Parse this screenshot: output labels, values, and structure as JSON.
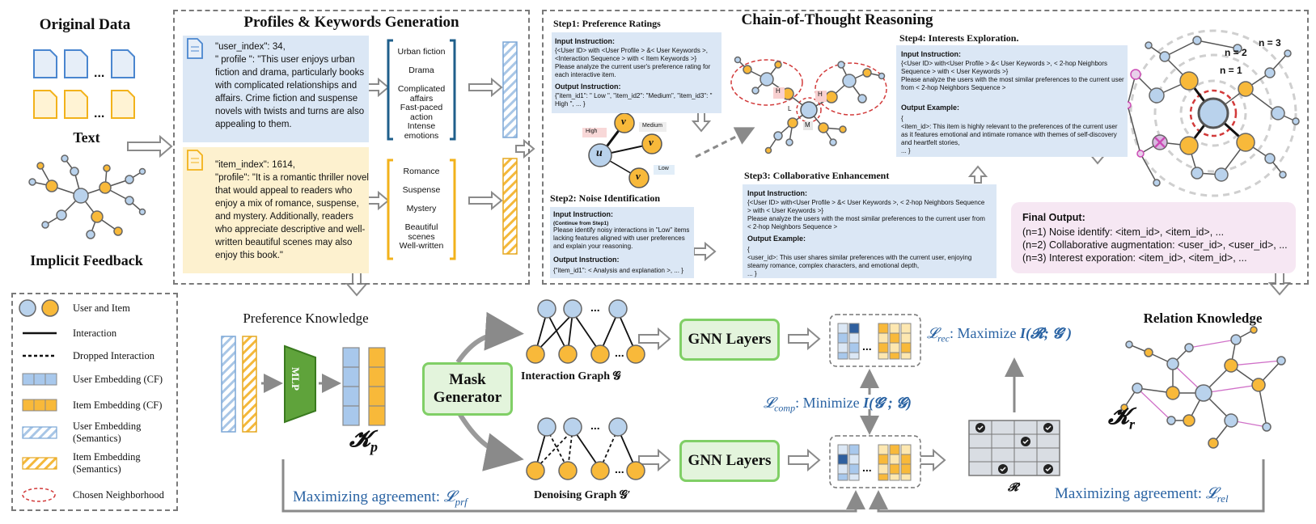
{
  "original": {
    "title": "Original Data",
    "text_label": "Text",
    "feedback_label": "Implicit Feedback",
    "ellipsis": "..."
  },
  "profiles": {
    "title": "Profiles & Keywords Generation",
    "user_text": "\"user_index\": 34,\n\" profile \": \"This user enjoys urban fiction and drama, particularly books with complicated relationships and affairs. Crime fiction and suspense novels with twists and turns are also appealing to them.",
    "item_text": "\"item_index\": 1614,\n\"profile\": \"It is a romantic thriller novel that would appeal to readers who enjoy a mix of romance, suspense, and mystery. Additionally, readers who appreciate descriptive and well-written beautiful scenes may also enjoy this book.\"",
    "user_keywords": [
      "Urban fiction",
      "Drama",
      "Complicated affairs",
      "Fast-paced action",
      "Intense emotions"
    ],
    "item_keywords": [
      "Romance",
      "Suspense",
      "Mystery",
      "Beautiful scenes",
      "Well-written"
    ]
  },
  "cot": {
    "title": "Chain-of-Thought Reasoning",
    "step1": {
      "title": "Step1: Preference Ratings",
      "input_label": "Input Instruction:",
      "input_text": "{<User ID> with <User Profile > &< User Keywords >, <Interaction Sequence > with < Item Keywords >}\nPlease analyze the current user's preference rating for each interactive item.",
      "output_label": "Output Instruction:",
      "output_text": "{\"item_id1\": \" Low \", \"item_id2\": \"Medium\", \"item_id3\": \" High \", ... }",
      "graph_labels": {
        "u": "u",
        "v": "v",
        "high": "High",
        "medium": "Medium",
        "low": "Low"
      }
    },
    "step2": {
      "title": "Step2: Noise Identification",
      "input_label": "Input Instruction:",
      "continue_note": "(Continue from Step1)",
      "input_text": "Please identify noisy interactions in \"Low\" items lacking features aligned with user preferences and explain your reasoning.",
      "output_label": "Output Instruction:",
      "output_text": "{\"item_id1\": < Analysis and explanation >, ... }"
    },
    "step3": {
      "title": "Step3: Collaborative Enhancement",
      "input_label": "Input Instruction:",
      "input_text": "{<User ID> with<User Profile > &< User Keywords >, < 2-hop Neighbors Sequence > with < User Keywords >}\nPlease analyze the users with the most similar preferences to the current user from < 2-hop Neighbors Sequence >",
      "output_label": "Output Example:",
      "output_text": "{\n<user_id>: This user shares similar preferences with the current user, enjoying steamy romance, complex characters, and emotional depth,\n... }"
    },
    "step4": {
      "title": "Step4: Interests Exploration.",
      "input_label": "Input Instruction:",
      "input_text": "{<User ID> with<User Profile > &< User Keywords >, < 2-hop Neighbors Sequence > with < User Keywords >}\nPlease analyze the users with the most similar preferences to the current user from < 2-hop Neighbors Sequence >",
      "output_label": "Output Example:",
      "output_text": "{\n<item_id>: This item is highly relevant to the preferences of the current user as it features emotional and intimate romance with themes of self-discovery and heartfelt stories,\n... }"
    },
    "graph_labels": {
      "h1": "H",
      "h2": "H",
      "l": "L",
      "m": "M"
    },
    "rings": {
      "n1": "n = 1",
      "n2": "n = 2",
      "n3": "n = 3"
    },
    "final": {
      "title": "Final Output:",
      "lines": [
        "(n=1) Noise identify: <item_id>, <item_id>, ...",
        "(n=2) Collaborative augmentation: <user_id>, <user_id>, ...",
        "(n=3) Interest exporation: <item_id>, <item_id>, ..."
      ]
    }
  },
  "legend": {
    "items": [
      "User and Item",
      "Interaction",
      "Dropped Interaction",
      "User Embedding (CF)",
      "Item Embedding (CF)",
      "User Embedding\n(Semantics)",
      "Item Embedding\n(Semantics)",
      "Chosen Neighborhood"
    ]
  },
  "bottom": {
    "preference_title": "Preference Knowledge",
    "mlp_label": "MLP",
    "kp_label": "𝓚",
    "kp_sub": "p",
    "mask_generator": "Mask\nGenerator",
    "interaction_graph_label": "Interaction Graph 𝓖",
    "denoising_graph_label": "Denoising Graph 𝓖′",
    "gnn_label": "GNN Layers",
    "l_rec": "𝓛",
    "l_rec_sub": "rec",
    "l_rec_text": ": Maximize ",
    "l_rec_expr": "I(𝓡; 𝓖′)",
    "l_comp": "𝓛",
    "l_comp_sub": "comp",
    "l_comp_text": ": Minimize ",
    "l_comp_expr": "I(𝓖′; 𝓖)",
    "r_label": "𝓡",
    "relation_title": "Relation Knowledge",
    "kr_label": "𝓚",
    "kr_sub": "r",
    "agree_prf_text": "Maximizing agreement: ",
    "agree_prf_loss": "𝓛",
    "agree_prf_sub": "prf",
    "agree_rel_text": "Maximizing agreement: ",
    "agree_rel_loss": "𝓛",
    "agree_rel_sub": "rel",
    "ellipsis": "..."
  },
  "colors": {
    "user_blue": "#b9d2ec",
    "item_yellow": "#f8b93a",
    "green_border": "#80cf66",
    "pink_panel": "#f6e7f3",
    "math_blue": "#2a63a3"
  }
}
